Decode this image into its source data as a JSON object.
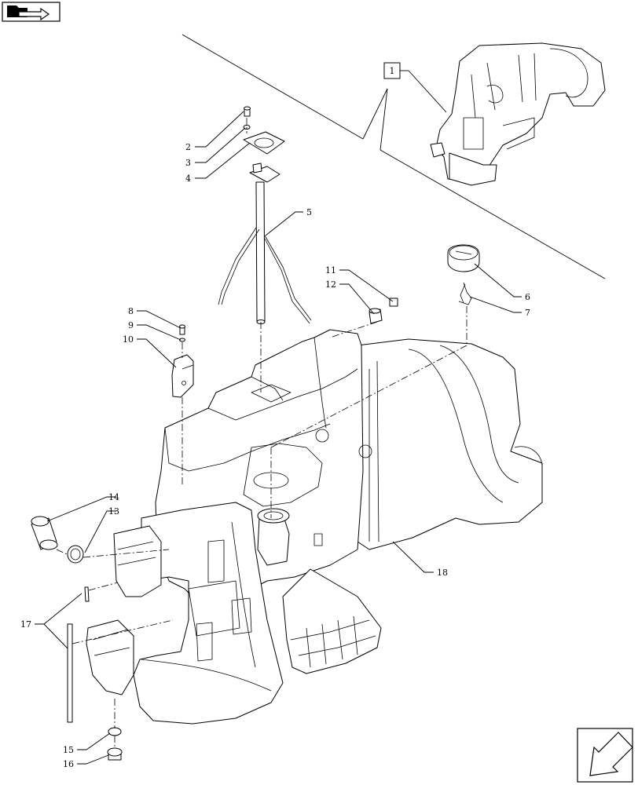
{
  "nav": {
    "top_left_icon": "manual-book-icon",
    "bottom_right_icon": "next-page-arrow-icon"
  },
  "inset": {
    "ref_label": "1"
  },
  "callouts": [
    {
      "id": "c2",
      "label": "2"
    },
    {
      "id": "c3",
      "label": "3"
    },
    {
      "id": "c4",
      "label": "4"
    },
    {
      "id": "c5",
      "label": "5"
    },
    {
      "id": "c6",
      "label": "6"
    },
    {
      "id": "c7",
      "label": "7"
    },
    {
      "id": "c8",
      "label": "8"
    },
    {
      "id": "c9",
      "label": "9"
    },
    {
      "id": "c10",
      "label": "10"
    },
    {
      "id": "c11",
      "label": "11"
    },
    {
      "id": "c12",
      "label": "12"
    },
    {
      "id": "c13",
      "label": "13"
    },
    {
      "id": "c14",
      "label": "14"
    },
    {
      "id": "c15",
      "label": "15"
    },
    {
      "id": "c16",
      "label": "16"
    },
    {
      "id": "c17",
      "label": "17"
    },
    {
      "id": "c18",
      "label": "18"
    }
  ]
}
